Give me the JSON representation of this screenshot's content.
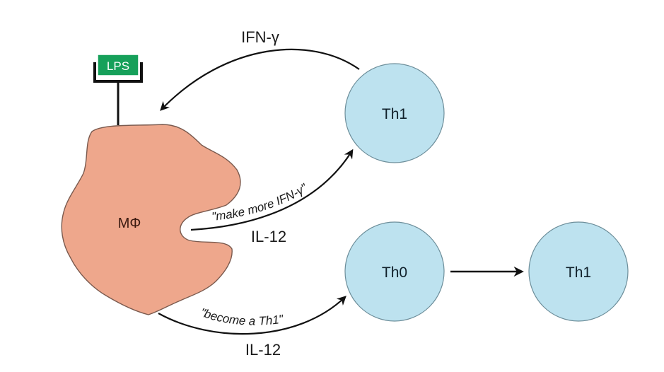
{
  "diagram": {
    "colors": {
      "macrophage_fill": "#eea78c",
      "macrophage_stroke": "#7a5a4e",
      "tcell_fill": "#bde2ef",
      "tcell_stroke": "#6d8e9a",
      "lps_fill": "#16a05a",
      "arrow": "#111111"
    },
    "macrophage": {
      "label": "MΦ"
    },
    "receptor": {
      "label": "LPS"
    },
    "cells": {
      "th1_top": {
        "label": "Th1"
      },
      "th0": {
        "label": "Th0"
      },
      "th1_right": {
        "label": "Th1"
      }
    },
    "arrows": {
      "feedback": {
        "label": "IFN-γ",
        "from": "Th1",
        "to": "MΦ"
      },
      "activate_th1": {
        "message": "\"make more IFN-γ\"",
        "label": "IL-12",
        "from": "MΦ",
        "to": "Th1"
      },
      "differentiate": {
        "message": "\"become a Th1\"",
        "label": "IL-12",
        "from": "MΦ",
        "to": "Th0"
      },
      "th0_to_th1": {
        "label": "",
        "from": "Th0",
        "to": "Th1"
      }
    }
  }
}
